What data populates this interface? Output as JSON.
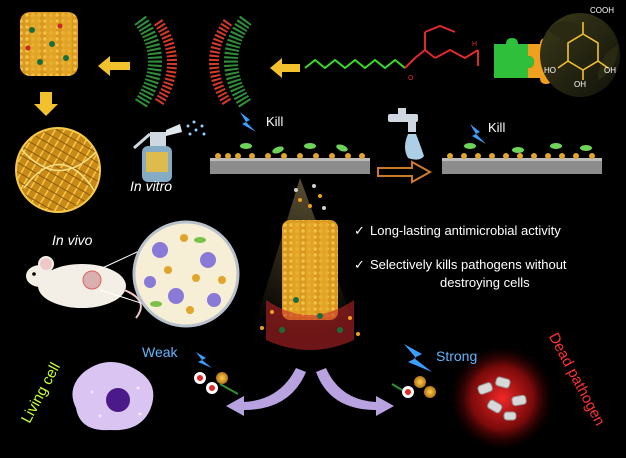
{
  "labels": {
    "kill_left": "Kill",
    "kill_right": "Kill",
    "in_vitro": "In vitro",
    "in_vivo": "In vivo",
    "feature_1": "Long-lasting antimicrobial activity",
    "feature_2_line1": "Selectively kills  pathogens without",
    "feature_2_line2": "destroying cells",
    "check_mark": "✓",
    "weak": "Weak",
    "strong": "Strong",
    "living_cell": "Living cell",
    "dead_pathogen": "Dead pathogen"
  },
  "gallic_acid_groups": {
    "cooh": "COOH",
    "oh_left": "HO",
    "oh_right": "OH",
    "oh_bottom": "OH"
  },
  "colors": {
    "background": "#000000",
    "nanofiber": "#e0a52a",
    "arrow_yellow": "#f2c12e",
    "arrow_purple": "#b9a2e0",
    "label_green": "#c8ff3a",
    "label_red": "#ff3030",
    "label_blue": "#5fb6ff",
    "lipid_green": "#2f8f3a",
    "lipid_red": "#d83a2a"
  },
  "icons": [
    "spray-bottle-icon",
    "faucet-icon",
    "lightning-icon",
    "mouse-icon",
    "microscope-circle-icon"
  ]
}
